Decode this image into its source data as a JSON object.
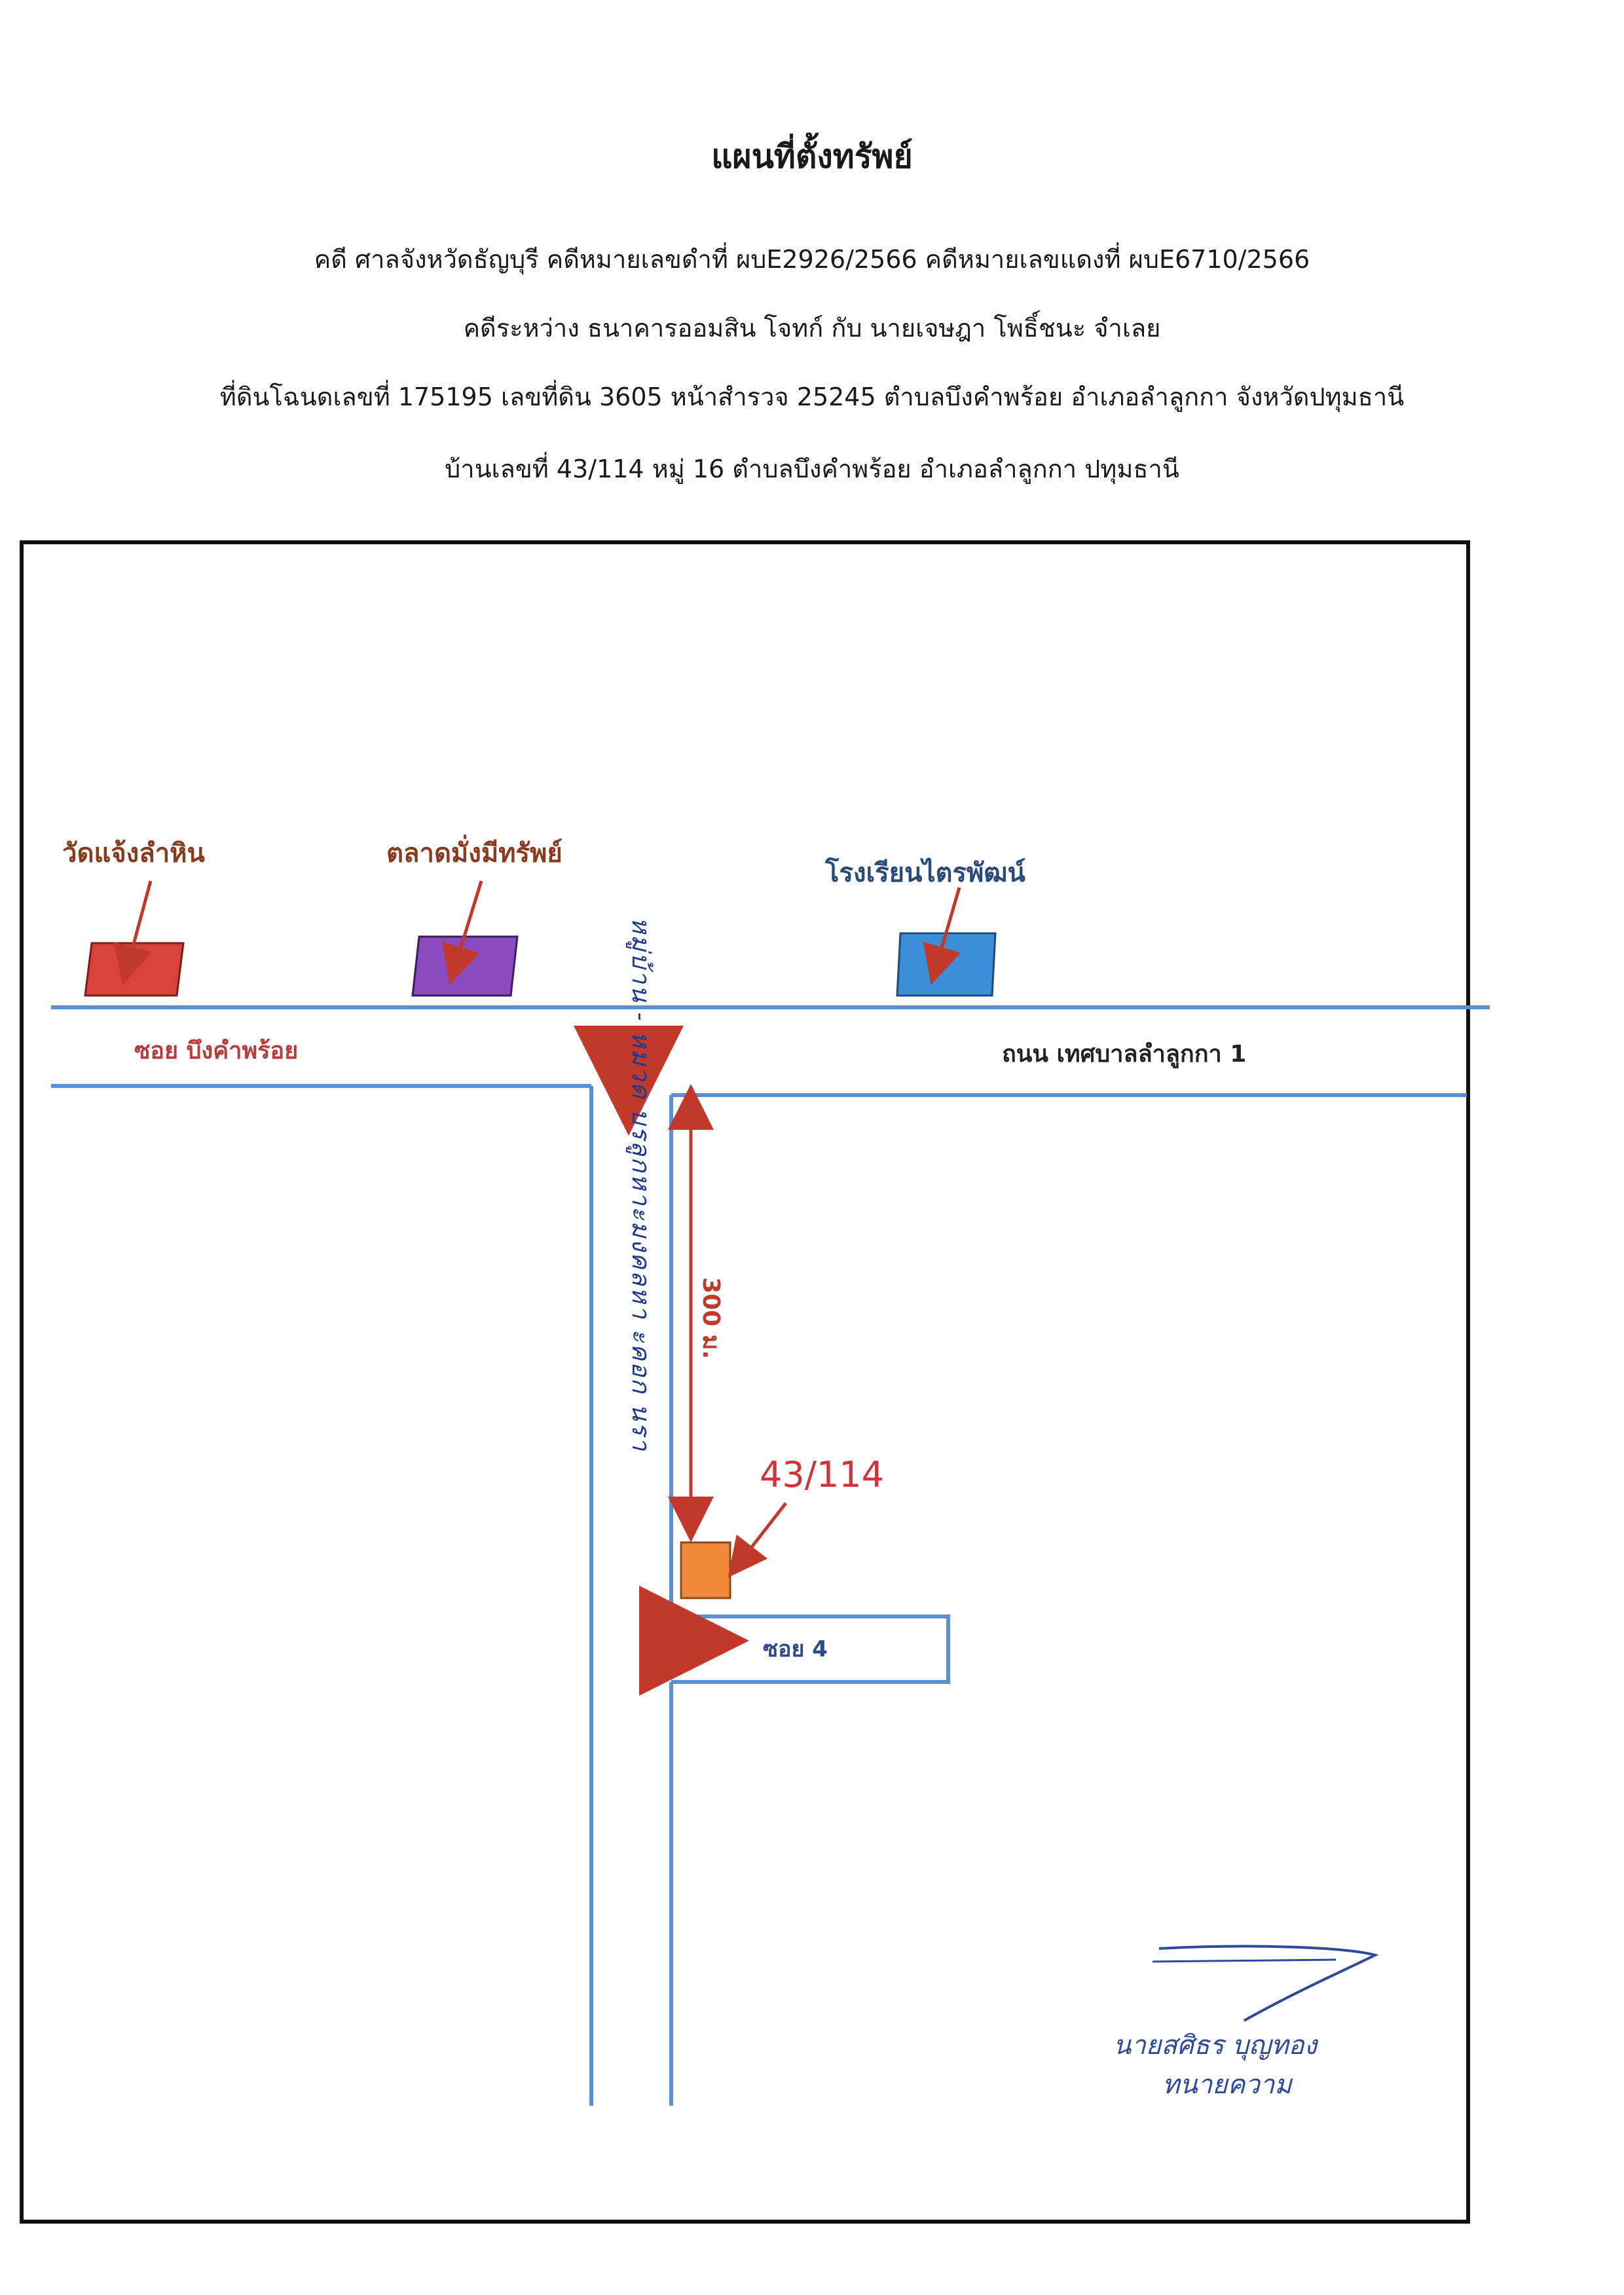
{
  "header": {
    "title": "แผนที่ตั้งทรัพย์",
    "line1": "คดี ศาลจังหวัดธัญบุรี  คดีหมายเลขดำที่ ผบE2926/2566  คดีหมายเลขแดงที่ ผบE6710/2566",
    "line2": "คดีระหว่าง  ธนาคารออมสิน  โจทก์  กับ  นายเจษฎา โพธิ์ชนะ  จำเลย",
    "line3": "ที่ดินโฉนดเลขที่ 175195 เลขที่ดิน 3605 หน้าสำรวจ 25245  ตำบลบึงคำพร้อย อำเภอลำลูกกา จังหวัดปทุมธานี",
    "line4": "บ้านเลขที่ 43/114 หมู่ 16 ตำบลบึงคำพร้อย อำเภอลำลูกกา ปทุมธานี"
  },
  "map": {
    "landmarks": [
      {
        "label": "วัดแจ้งลำหิน",
        "color": "#d9423a"
      },
      {
        "label": "ตลาดมั่งมีทรัพย์",
        "color": "#8a4bbf"
      },
      {
        "label": "โรงเรียนไตรพัฒน์",
        "color": "#3a8fd6"
      }
    ],
    "roads": {
      "soi_name": "ซอย บึงคำพร้อย",
      "main_road": "ถนน เทศบาลลำลูกกา 1",
      "soi4": "ซอย 4",
      "handwritten": "หมู่บ้าน - หมวด บรลูกหาะมงคลหา ะคอก นรา"
    },
    "distance_label": "300 ม.",
    "house_number": "43/114",
    "colors": {
      "road": "#5b8fd0",
      "arrow": "#c0392b",
      "house": "#f08a3a"
    }
  },
  "signature": {
    "name": "นายสศิธร  บุญทอง",
    "title": "ทนายความ"
  }
}
